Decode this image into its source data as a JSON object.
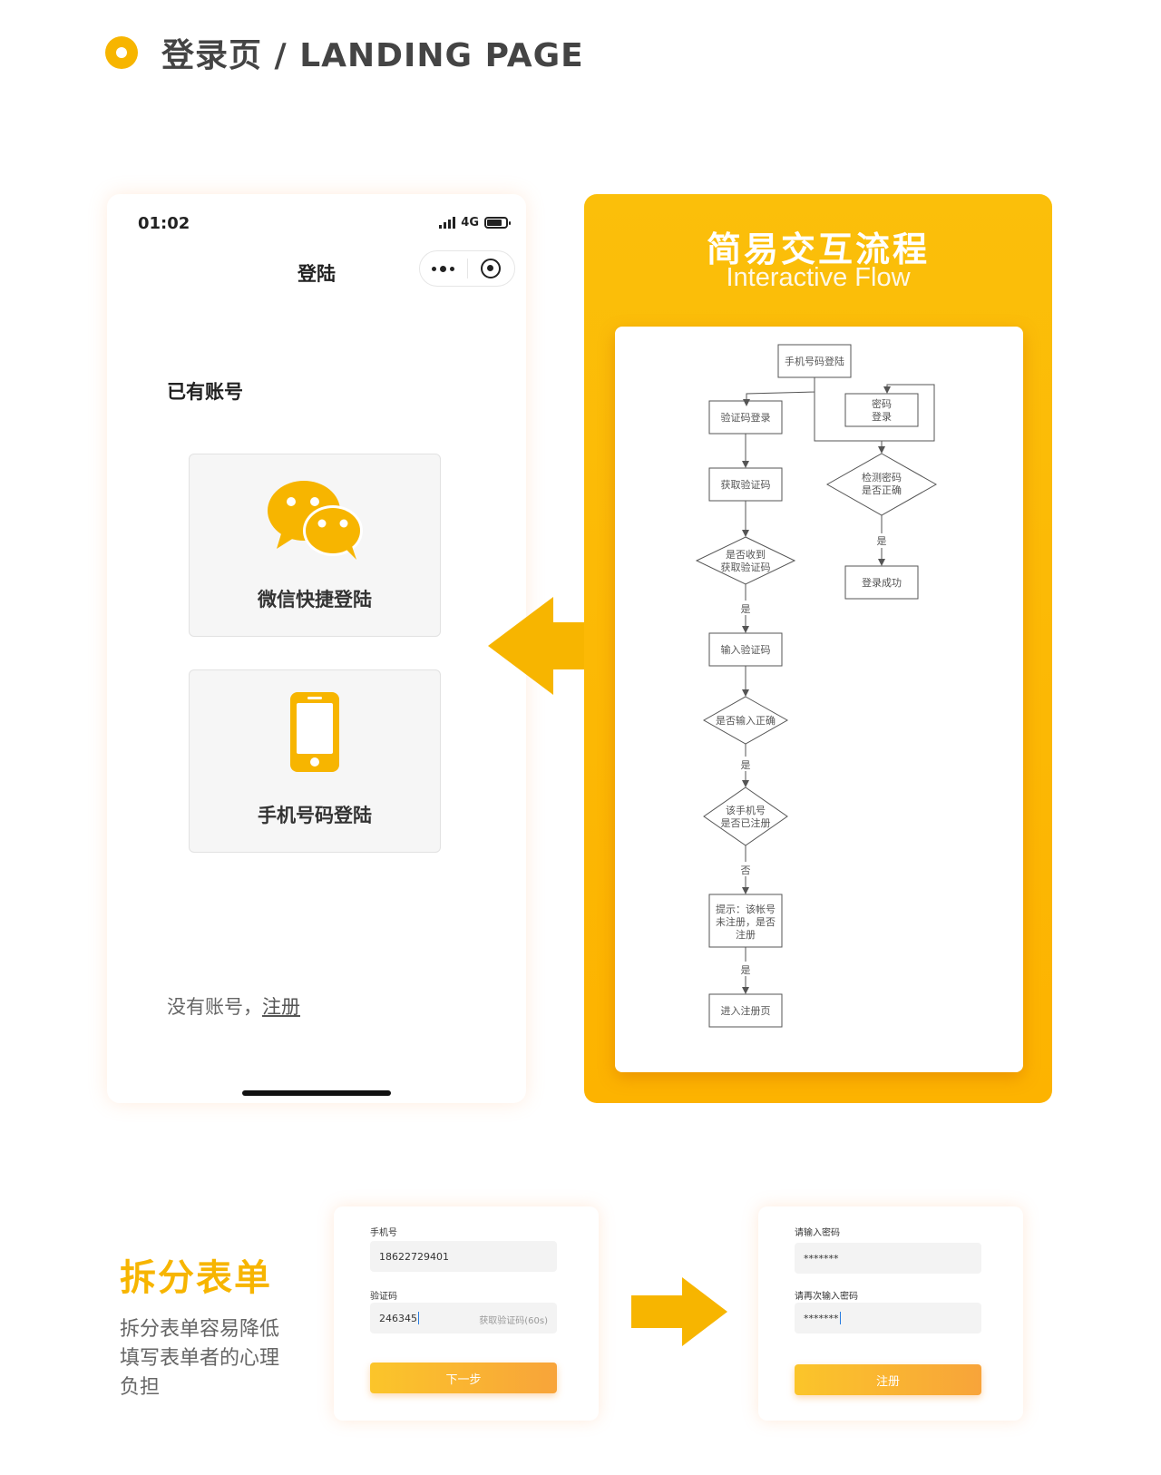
{
  "header": {
    "title": "登录页 / LANDING PAGE"
  },
  "phone": {
    "status_time": "01:02",
    "network": "4G",
    "nav_title": "登陆",
    "section_label": "已有账号",
    "wechat_label": "微信快捷登陆",
    "phone_label": "手机号码登陆",
    "no_account": "没有账号，",
    "register_link": "注册"
  },
  "flow": {
    "title": "简易交互流程",
    "subtitle": "Interactive Flow",
    "nodes": {
      "start": "手机号码登陆",
      "sms_login": "验证码登录",
      "pwd_login_1": "密码",
      "pwd_login_2": "登录",
      "get_code": "获取验证码",
      "check_pwd_1": "检测密码",
      "check_pwd_2": "是否正确",
      "received_1": "是否收到",
      "received_2": "获取验证码",
      "login_success": "登录成功",
      "input_code": "输入验证码",
      "input_correct": "是否输入正确",
      "registered_1": "该手机号",
      "registered_2": "是否已注册",
      "prompt_1": "提示：该帐号",
      "prompt_2": "未注册，是否",
      "prompt_3": "注册",
      "goto_register": "进入注册页",
      "yes": "是",
      "no": "否"
    }
  },
  "split": {
    "title": "拆分表单",
    "desc": "拆分表单容易降低填写表单者的心理负担"
  },
  "form1": {
    "phone_label": "手机号",
    "phone_value": "18622729401",
    "code_label": "验证码",
    "code_value": "246345",
    "code_hint": "获取验证码(60s)",
    "button": "下一步"
  },
  "form2": {
    "pwd_label": "请输入密码",
    "pwd_value": "*******",
    "pwd2_label": "请再次输入密码",
    "pwd2_value": "*******",
    "button": "注册"
  },
  "colors": {
    "accent": "#f7b500",
    "button_start": "#fbc52a",
    "button_end": "#f8a43a"
  }
}
